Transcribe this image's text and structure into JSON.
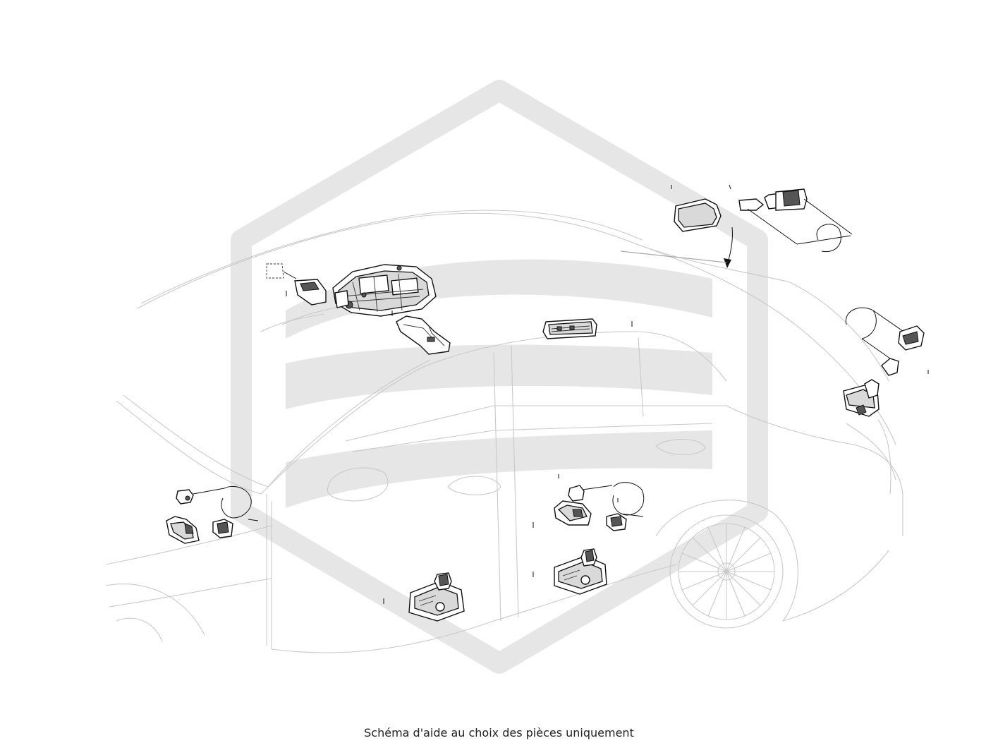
{
  "caption": "Schéma d'aide au choix des pièces uniquement",
  "watermark": {
    "shape": "hexagon-logo-with-horizontal-bands",
    "color": "#e3e3e3"
  },
  "diagram": {
    "subject": "car-interior-lighting-parts-exploded-view",
    "line_color": "#c9c9c9",
    "part_color": "#111111"
  }
}
